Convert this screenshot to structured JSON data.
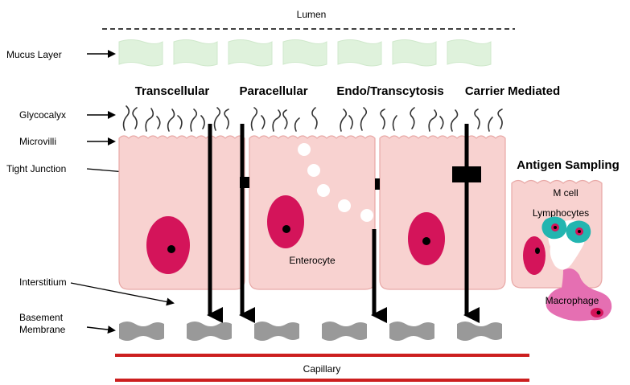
{
  "lumen": "Lumen",
  "capillary": "Capillary",
  "left_labels": {
    "mucus": "Mucus Layer",
    "glycocalyx": "Glycocalyx",
    "microvilli": "Microvilli",
    "tight_junction": "Tight Junction",
    "interstitium": "Interstitium",
    "basement_line1": "Basement",
    "basement_line2": "Membrane"
  },
  "routes": {
    "transcellular": "Transcellular",
    "paracellular": "Paracellular",
    "endo_transcytosis": "Endo/Transcytosis",
    "carrier_mediated": "Carrier Mediated"
  },
  "antigen_sampling": {
    "title": "Antigen Sampling",
    "m_cell": "M cell",
    "lymphocytes": "Lymphocytes",
    "macrophage": "Macrophage"
  },
  "enterocyte": "Enterocyte",
  "colors": {
    "mucus": "#dff2dc",
    "cell": "#f8d2d0",
    "cell_stroke": "#e8a8a6",
    "nucleus": "#d4145a",
    "capillary": "#cc1f1f",
    "basement": "#999999",
    "lymphocyte": "#22b5b0",
    "macrophage": "#e56fb2"
  }
}
